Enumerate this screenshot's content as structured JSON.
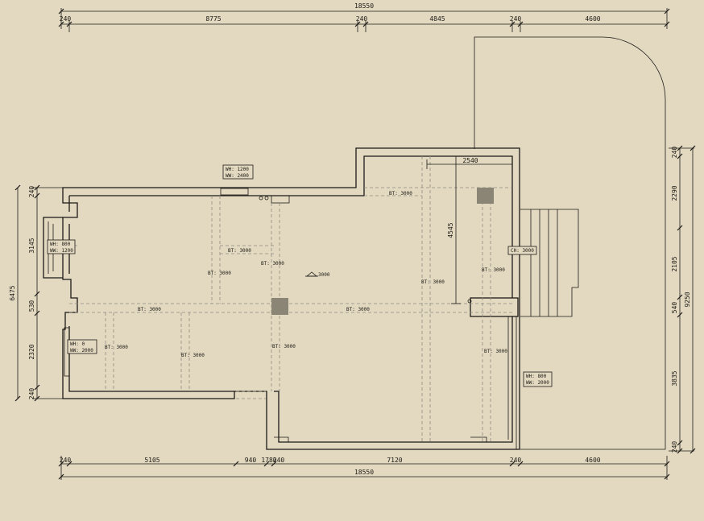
{
  "plan": {
    "dimensions": {
      "top_segments": [
        "240",
        "8775",
        "240",
        "4845",
        "240",
        "4600"
      ],
      "top_total": "18550",
      "bottom_segments": [
        "240",
        "5105",
        "940",
        "1780",
        "240",
        "7120",
        "240",
        "4600"
      ],
      "bottom_total": "18550",
      "left_segments": [
        "240",
        "3145",
        "530",
        "2320",
        "240"
      ],
      "left_total": "6475",
      "right_segments": [
        "240",
        "2290",
        "2105",
        "540",
        "3835",
        "240"
      ],
      "right_total": "9250",
      "inner_horizontal": "2540",
      "inner_vertical": "4545"
    },
    "beam_labels": [
      "BT: 3000",
      "BT: 3000",
      "BT: 3000",
      "BT: 3000",
      "BT: 3000",
      "BT: 3000",
      "BT: 3000",
      "BT: 3000",
      "BT: 3000",
      "BT: 3000",
      "BT: 3000",
      "BT: 3000"
    ],
    "level_mark": "3000",
    "window_tags": [
      {
        "line1": "WH: 1200",
        "line2": "WW: 2400"
      },
      {
        "line1": "WH: 800",
        "line2": "WW: 1200"
      },
      {
        "line1": "WH: 0",
        "line2": "WW: 2000"
      },
      {
        "line1": "WH: 800",
        "line2": "WW: 2000"
      }
    ],
    "ceiling_tag": "CH: 3000"
  },
  "colors": {
    "background": "#e3d9c0",
    "line": "#1c1a16",
    "column": "#8a8574",
    "dashed": "#8f8a80"
  }
}
